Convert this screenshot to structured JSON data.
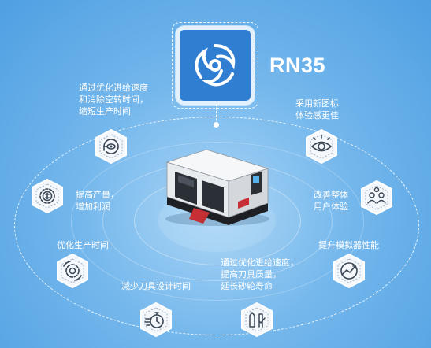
{
  "product": {
    "name": "RN35"
  },
  "features": [
    {
      "id": "reduce-cycle-time",
      "label": "通过优化进给速度\n和消除空转时间，\n缩短生产时间",
      "icon": "timer-eye-icon"
    },
    {
      "id": "new-icons",
      "label": "采用新图标\n体验感更佳",
      "icon": "eye-icon"
    },
    {
      "id": "increase-profit",
      "label": "提高产量，\n增加利润",
      "icon": "coin-gear-icon"
    },
    {
      "id": "improve-ux",
      "label": "改善整体\n用户体验",
      "icon": "users-gear-icon"
    },
    {
      "id": "optimize-production",
      "label": "优化生产时间",
      "icon": "gear-cycle-icon"
    },
    {
      "id": "simulator-performance",
      "label": "提升模拟器性能",
      "icon": "performance-icon"
    },
    {
      "id": "tool-design-time",
      "label": "减少刀具设计时间",
      "icon": "stopwatch-icon"
    },
    {
      "id": "quality-wheel-life",
      "label": "通过优化进给速度，\n提高刀具质量，\n延长砂轮寿命",
      "icon": "tools-check-icon"
    }
  ],
  "colors": {
    "accent": "#2f7ed2",
    "background": "#74b7ec",
    "badge": "#f4f8fc",
    "iconStroke": "#3a4654"
  }
}
